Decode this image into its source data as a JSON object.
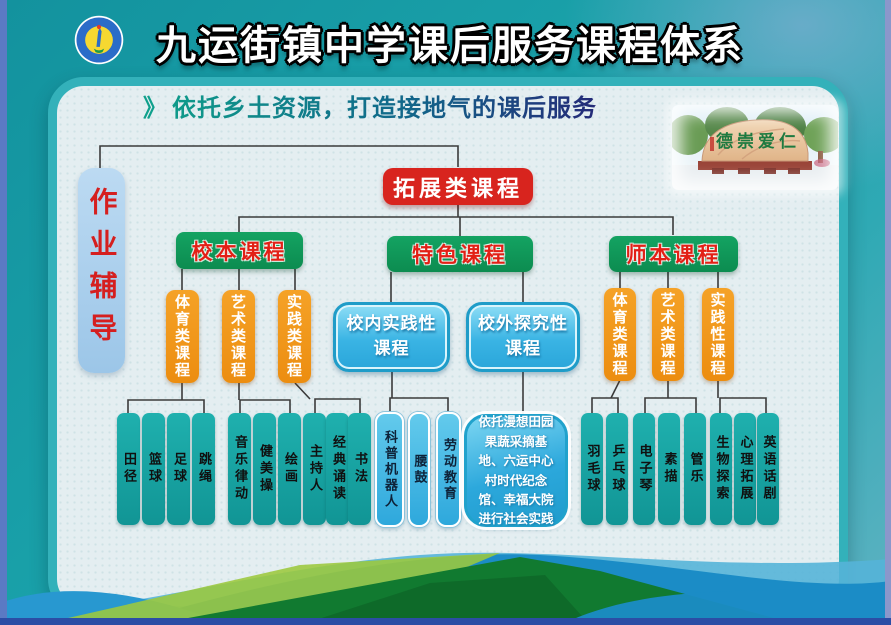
{
  "header": {
    "title": "九运街镇中学课后服务课程体系",
    "subtitle_marker": "》",
    "subtitle": "依托乡土资源，打造接地气的课后服务"
  },
  "photo": {
    "inscription": "德崇爱仁"
  },
  "flowchart": {
    "homework": {
      "label": "作业辅导"
    },
    "root": {
      "label": "拓展类课程"
    },
    "branches": [
      {
        "label": "校本课程",
        "groups": [
          {
            "label": "体育类课程",
            "items": [
              "田径",
              "篮球",
              "足球",
              "跳绳"
            ]
          },
          {
            "label": "艺术类课程",
            "items": [
              "音乐律动",
              "健美操",
              "绘画"
            ]
          },
          {
            "label": "实践类课程",
            "items": [
              "主持人",
              "经典诵读",
              "书法"
            ]
          }
        ]
      },
      {
        "label": "特色课程",
        "groups": [
          {
            "label": "校内实践性课程",
            "items": [
              "科普机器人",
              "腰鼓",
              "劳动教育"
            ]
          },
          {
            "label": "校外探究性课程",
            "items": [
              "依托漫想田园果蔬采摘基地、六运中心村时代纪念馆、幸福大院进行社会实践"
            ]
          }
        ]
      },
      {
        "label": "师本课程",
        "groups": [
          {
            "label": "体育类课程",
            "items": [
              "羽毛球",
              "乒乓球"
            ]
          },
          {
            "label": "艺术类课程",
            "items": [
              "电子琴",
              "素描",
              "管乐"
            ]
          },
          {
            "label": "实践性课程",
            "items": [
              "生物探索",
              "心理拓展",
              "英语话剧"
            ]
          }
        ]
      }
    ]
  },
  "colors": {
    "background_teal": "#1aa2aa",
    "panel": "#e4eef1",
    "root_red": "#d8241e",
    "category_green": "#0f9a58",
    "subcategory_orange": "#f09a1e",
    "feature_blue": "#38b4e4",
    "leaf_teal": "#17a3a3",
    "homework_blue": "#aacfee",
    "frame_blue": "#2b4da5"
  }
}
